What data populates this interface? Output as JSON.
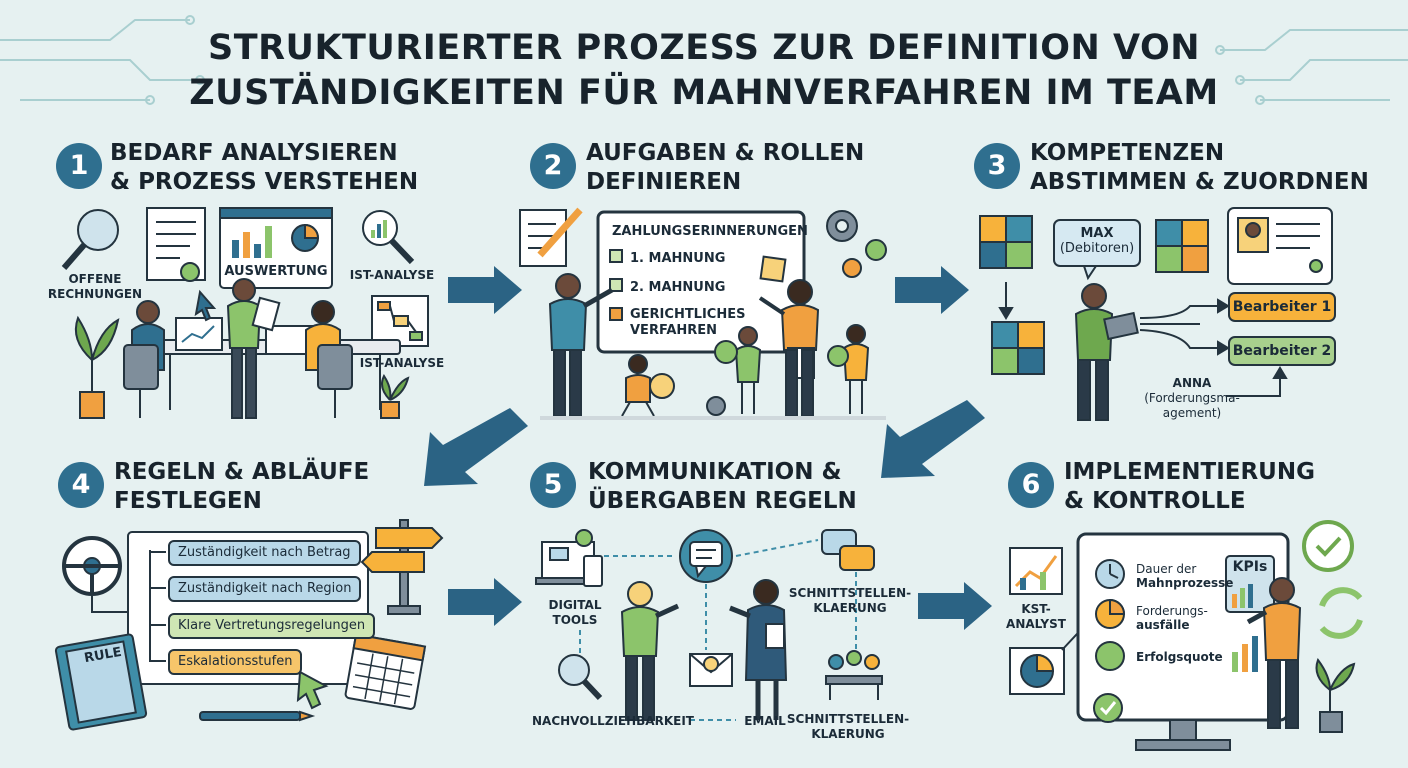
{
  "title": {
    "line1": "STRUKTURIERTER PROZESS ZUR DEFINITION VON",
    "line2": "ZUSTÄNDIGKEITEN FÜR MAHNVERFAHREN IM TEAM"
  },
  "steps": [
    {
      "number": "1",
      "title_line1": "BEDARF ANALYSIEREN",
      "title_line2": "& PROZESS VERSTEHEN"
    },
    {
      "number": "2",
      "title_line1": "AUFGABEN & ROLLEN",
      "title_line2": "DEFINIEREN"
    },
    {
      "number": "3",
      "title_line1": "KOMPETENZEN",
      "title_line2": "ABSTIMMEN & ZUORDNEN"
    },
    {
      "number": "4",
      "title_line1": "REGELN & ABLÄUFE",
      "title_line2": "FESTLEGEN"
    },
    {
      "number": "5",
      "title_line1": "KOMMUNIKATION &",
      "title_line2": "ÜBERGABEN REGELN"
    },
    {
      "number": "6",
      "title_line1": "IMPLEMENTIERUNG",
      "title_line2": "& KONTROLLE"
    }
  ],
  "step1": {
    "offene_line1": "OFFENE",
    "offene_line2": "RECHNUNGEN",
    "auswertung": "AUSWERTUNG",
    "ist_analyse_top": "IST-ANALYSE",
    "ist_analyse_bottom": "IST-ANALYSE"
  },
  "step2": {
    "board_title": "ZAHLUNGSERINNERUNGEN",
    "item1": "1. MAHNUNG",
    "item2": "2. MAHNUNG",
    "item3_line1": "GERICHTLICHES",
    "item3_line2": "VERFAHREN"
  },
  "step3": {
    "max_line1": "MAX",
    "max_line2": "(Debitoren)",
    "role1": "Bearbeiter 1",
    "role2": "Bearbeiter 2",
    "anna_line1": "ANNA",
    "anna_line2": "(Forderungsma-",
    "anna_line3": "agement)"
  },
  "step4": {
    "rules": [
      "Zuständigkeit nach Betrag",
      "Zuständigkeit nach Region",
      "Klare Vertretungsregelungen",
      "Eskalationsstufen"
    ],
    "book_label": "RULE"
  },
  "step5": {
    "digital_line1": "DIGITAL",
    "digital_line2": "TOOLS",
    "schnitt_top_line1": "SCHNITTSTELLEN-",
    "schnitt_top_line2": "KLAERUNG",
    "nachvollziehbarkeit": "NACHVOLLZIEHBARKEIT",
    "email": "EMAIL",
    "schnitt_bottom_line1": "SCHNITTSTELLEN-",
    "schnitt_bottom_line2": "KLAERUNG"
  },
  "step6": {
    "kst_line1": "KST-",
    "kst_line2": "ANALYST",
    "kpis": "KPIs",
    "kpi1_line1": "Dauer der",
    "kpi1_line2": "Mahnprozesse",
    "kpi2_line1": "Forderungs-",
    "kpi2_line2": "ausfälle",
    "kpi3": "Erfolgsquote"
  },
  "colors": {
    "background": "#e6f1f1",
    "step_circle": "#2f6f8f",
    "arrow": "#2b6384",
    "tag_blue": "#b9d8e8",
    "tag_green": "#cfe6b4",
    "tag_orange": "#f7c56a"
  }
}
